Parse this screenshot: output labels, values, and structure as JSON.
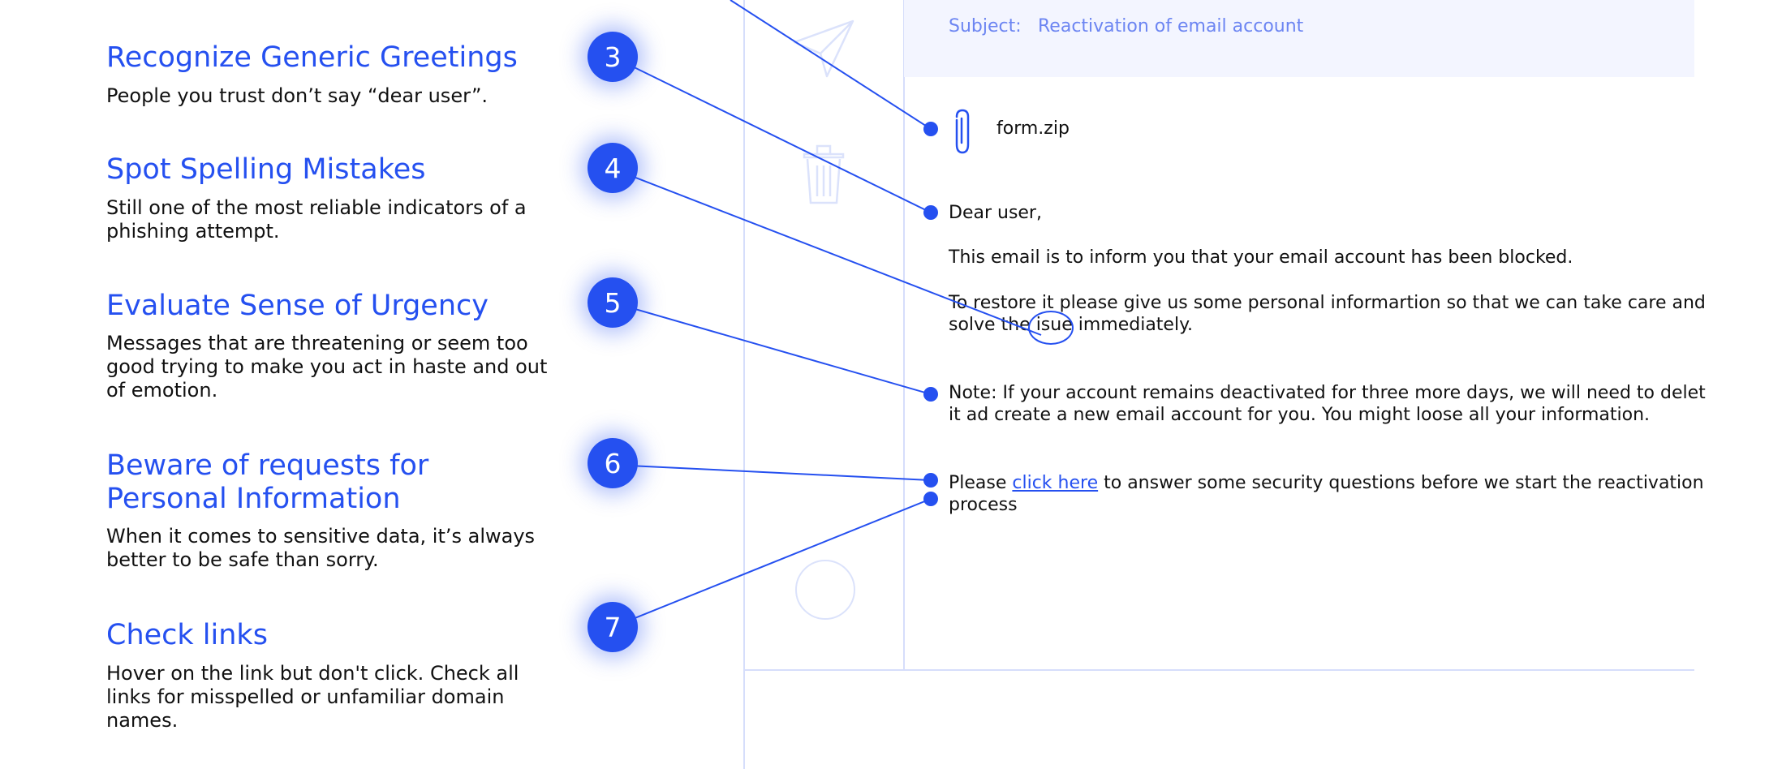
{
  "tips": [
    {
      "number": "3",
      "title": "Recognize Generic Greetings",
      "desc": "People you trust don’t say “dear user”."
    },
    {
      "number": "4",
      "title": "Spot Spelling Mistakes",
      "desc": "Still one of the most reliable indicators of a phishing attempt."
    },
    {
      "number": "5",
      "title": "Evaluate Sense of Urgency",
      "desc": "Messages that are threatening or seem too good trying to make you act in haste and out of emotion."
    },
    {
      "number": "6",
      "title_line1": "Beware of requests for",
      "title_line2": "Personal Information",
      "desc": "When it comes to sensitive data, it’s always better to be safe than sorry."
    },
    {
      "number": "7",
      "title": "Check links",
      "desc": "Hover on the link but don't click. Check all links for misspelled or unfamiliar domain names."
    }
  ],
  "email": {
    "subject_label": "Subject:",
    "subject_value": "Reactivation of email account",
    "attachment": "form.zip",
    "greeting": "Dear user,",
    "para1": "This email is to inform you that your email account has been blocked.",
    "para2_line1": "To restore it please give us some personal informartion so that we can take care and",
    "para2_line2_pre": "solve the ",
    "para2_misspelled": "isue",
    "para2_line2_post": " immediately.",
    "note_line1": "Note: If your account remains deactivated for three more days, we will need to delet",
    "note_line2": "it ad create a new email account for you. You might loose all your information.",
    "link_pre": "Please ",
    "link_text": "click here",
    "link_post": " to answer some security questions before we start the reactivation",
    "link_line2": "process"
  },
  "colors": {
    "accent": "#2550f0",
    "subject_text": "#6c85f2",
    "panel_bg": "#f3f5ff",
    "frame": "#d6defb"
  },
  "icons": [
    "paper-plane-icon",
    "trash-icon",
    "paperclip-icon",
    "circle-button-icon"
  ]
}
